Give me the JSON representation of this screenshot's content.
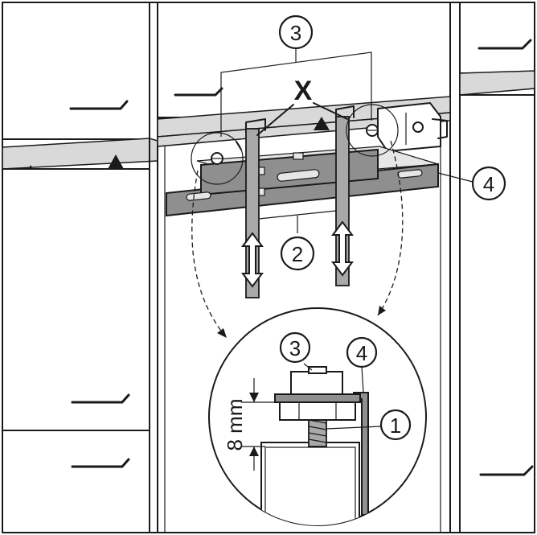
{
  "labels": {
    "callout_3_top": "3",
    "callout_x": "X",
    "callout_4_right": "4",
    "callout_2": "2",
    "callout_3_detail": "3",
    "callout_4_detail": "4",
    "callout_1": "1",
    "dimension": "8 mm"
  }
}
